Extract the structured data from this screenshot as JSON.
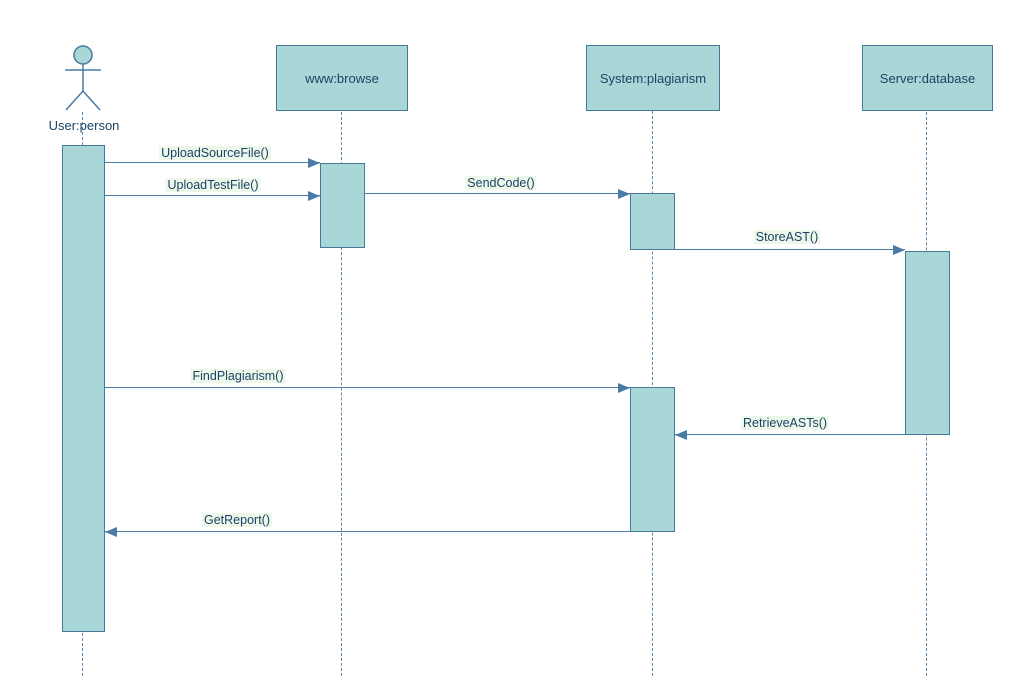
{
  "diagram": {
    "type": "uml-sequence-diagram",
    "participants": [
      {
        "label": "User:person",
        "kind": "actor"
      },
      {
        "label": "www:browse",
        "kind": "object"
      },
      {
        "label": "System:plagiarism",
        "kind": "object"
      },
      {
        "label": "Server:database",
        "kind": "object"
      }
    ],
    "messages": [
      {
        "label": "UploadSourceFile()",
        "from": "User:person",
        "to": "www:browse",
        "direction": "right"
      },
      {
        "label": "UploadTestFile()",
        "from": "User:person",
        "to": "www:browse",
        "direction": "right"
      },
      {
        "label": "SendCode()",
        "from": "www:browse",
        "to": "System:plagiarism",
        "direction": "right"
      },
      {
        "label": "StoreAST()",
        "from": "System:plagiarism",
        "to": "Server:database",
        "direction": "right"
      },
      {
        "label": "FindPlagiarism()",
        "from": "User:person",
        "to": "System:plagiarism",
        "direction": "right"
      },
      {
        "label": "RetrieveASTs()",
        "from": "Server:database",
        "to": "System:plagiarism",
        "direction": "left"
      },
      {
        "label": "GetReport()",
        "from": "System:plagiarism",
        "to": "User:person",
        "direction": "left"
      }
    ],
    "colors": {
      "shape_fill": "#a9d7d8",
      "shape_border": "#457a9c",
      "message_line": "#4a7ba6",
      "lifeline": "#5b87ab",
      "text": "#1a4365",
      "message_label_background": "#eef8ea",
      "canvas_background": "#ffffff"
    }
  }
}
